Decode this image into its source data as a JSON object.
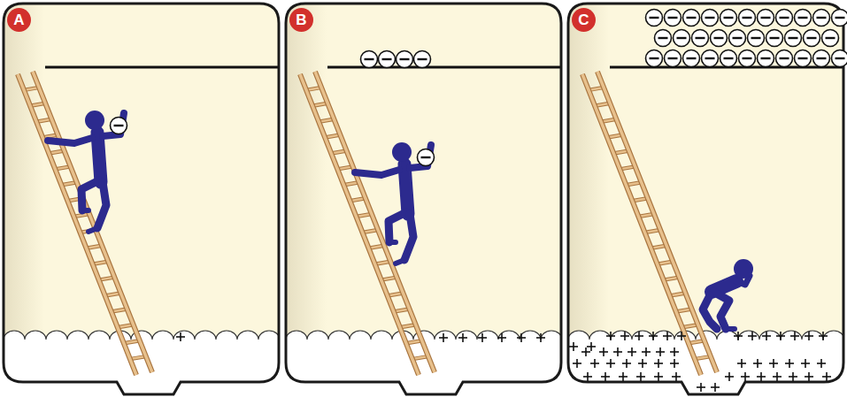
{
  "diagram": {
    "nodes": [
      {
        "text": [
          "A"
        ]
      },
      {
        "text": [
          "B"
        ]
      },
      {
        "text": [
          "C"
        ]
      }
    ]
  }
}
